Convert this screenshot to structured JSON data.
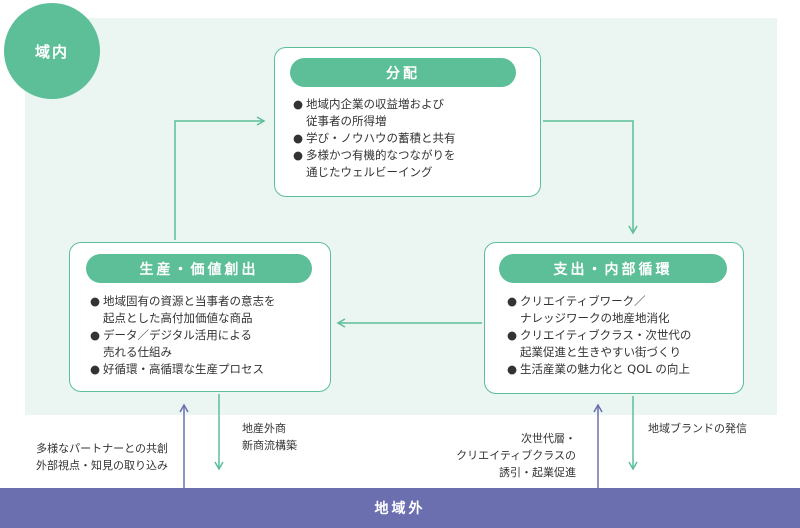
{
  "region": {
    "label": "域内"
  },
  "distribution": {
    "title": "分配",
    "items": [
      "地域内企業の収益増および\n従事者の所得増",
      "学び・ノウハウの蓄積と共有",
      "多様かつ有機的なつながりを\n通じたウェルビーイング"
    ]
  },
  "spending": {
    "title": "支出・内部循環",
    "items": [
      "クリエイティブワーク／\nナレッジワークの地産地消化",
      "クリエイティブクラス・次世代の\n起業促進と生きやすい街づくり",
      "生活産業の魅力化と QOL の向上"
    ]
  },
  "production": {
    "title": "生産・価値創出",
    "items": [
      " 地域固有の資源と当事者の意志を\n起点とした高付加価値な商品",
      "データ／デジタル活用による\n売れる仕組み",
      "好循環・高循環な生産プロセス"
    ]
  },
  "flows": {
    "outer_in_left": "多様なパートナーとの共創\n外部視点・知見の取り込み",
    "local_export": "地産外商\n新商流構築",
    "next_gen": "次世代層・\nクリエイティブクラスの\n誘引・起業促進",
    "brand": "地域ブランドの発信"
  },
  "outside": {
    "label": "地域外"
  },
  "colors": {
    "green": "#5cbf98",
    "bg": "#ebf5f2",
    "purple": "#6b6fb0"
  }
}
